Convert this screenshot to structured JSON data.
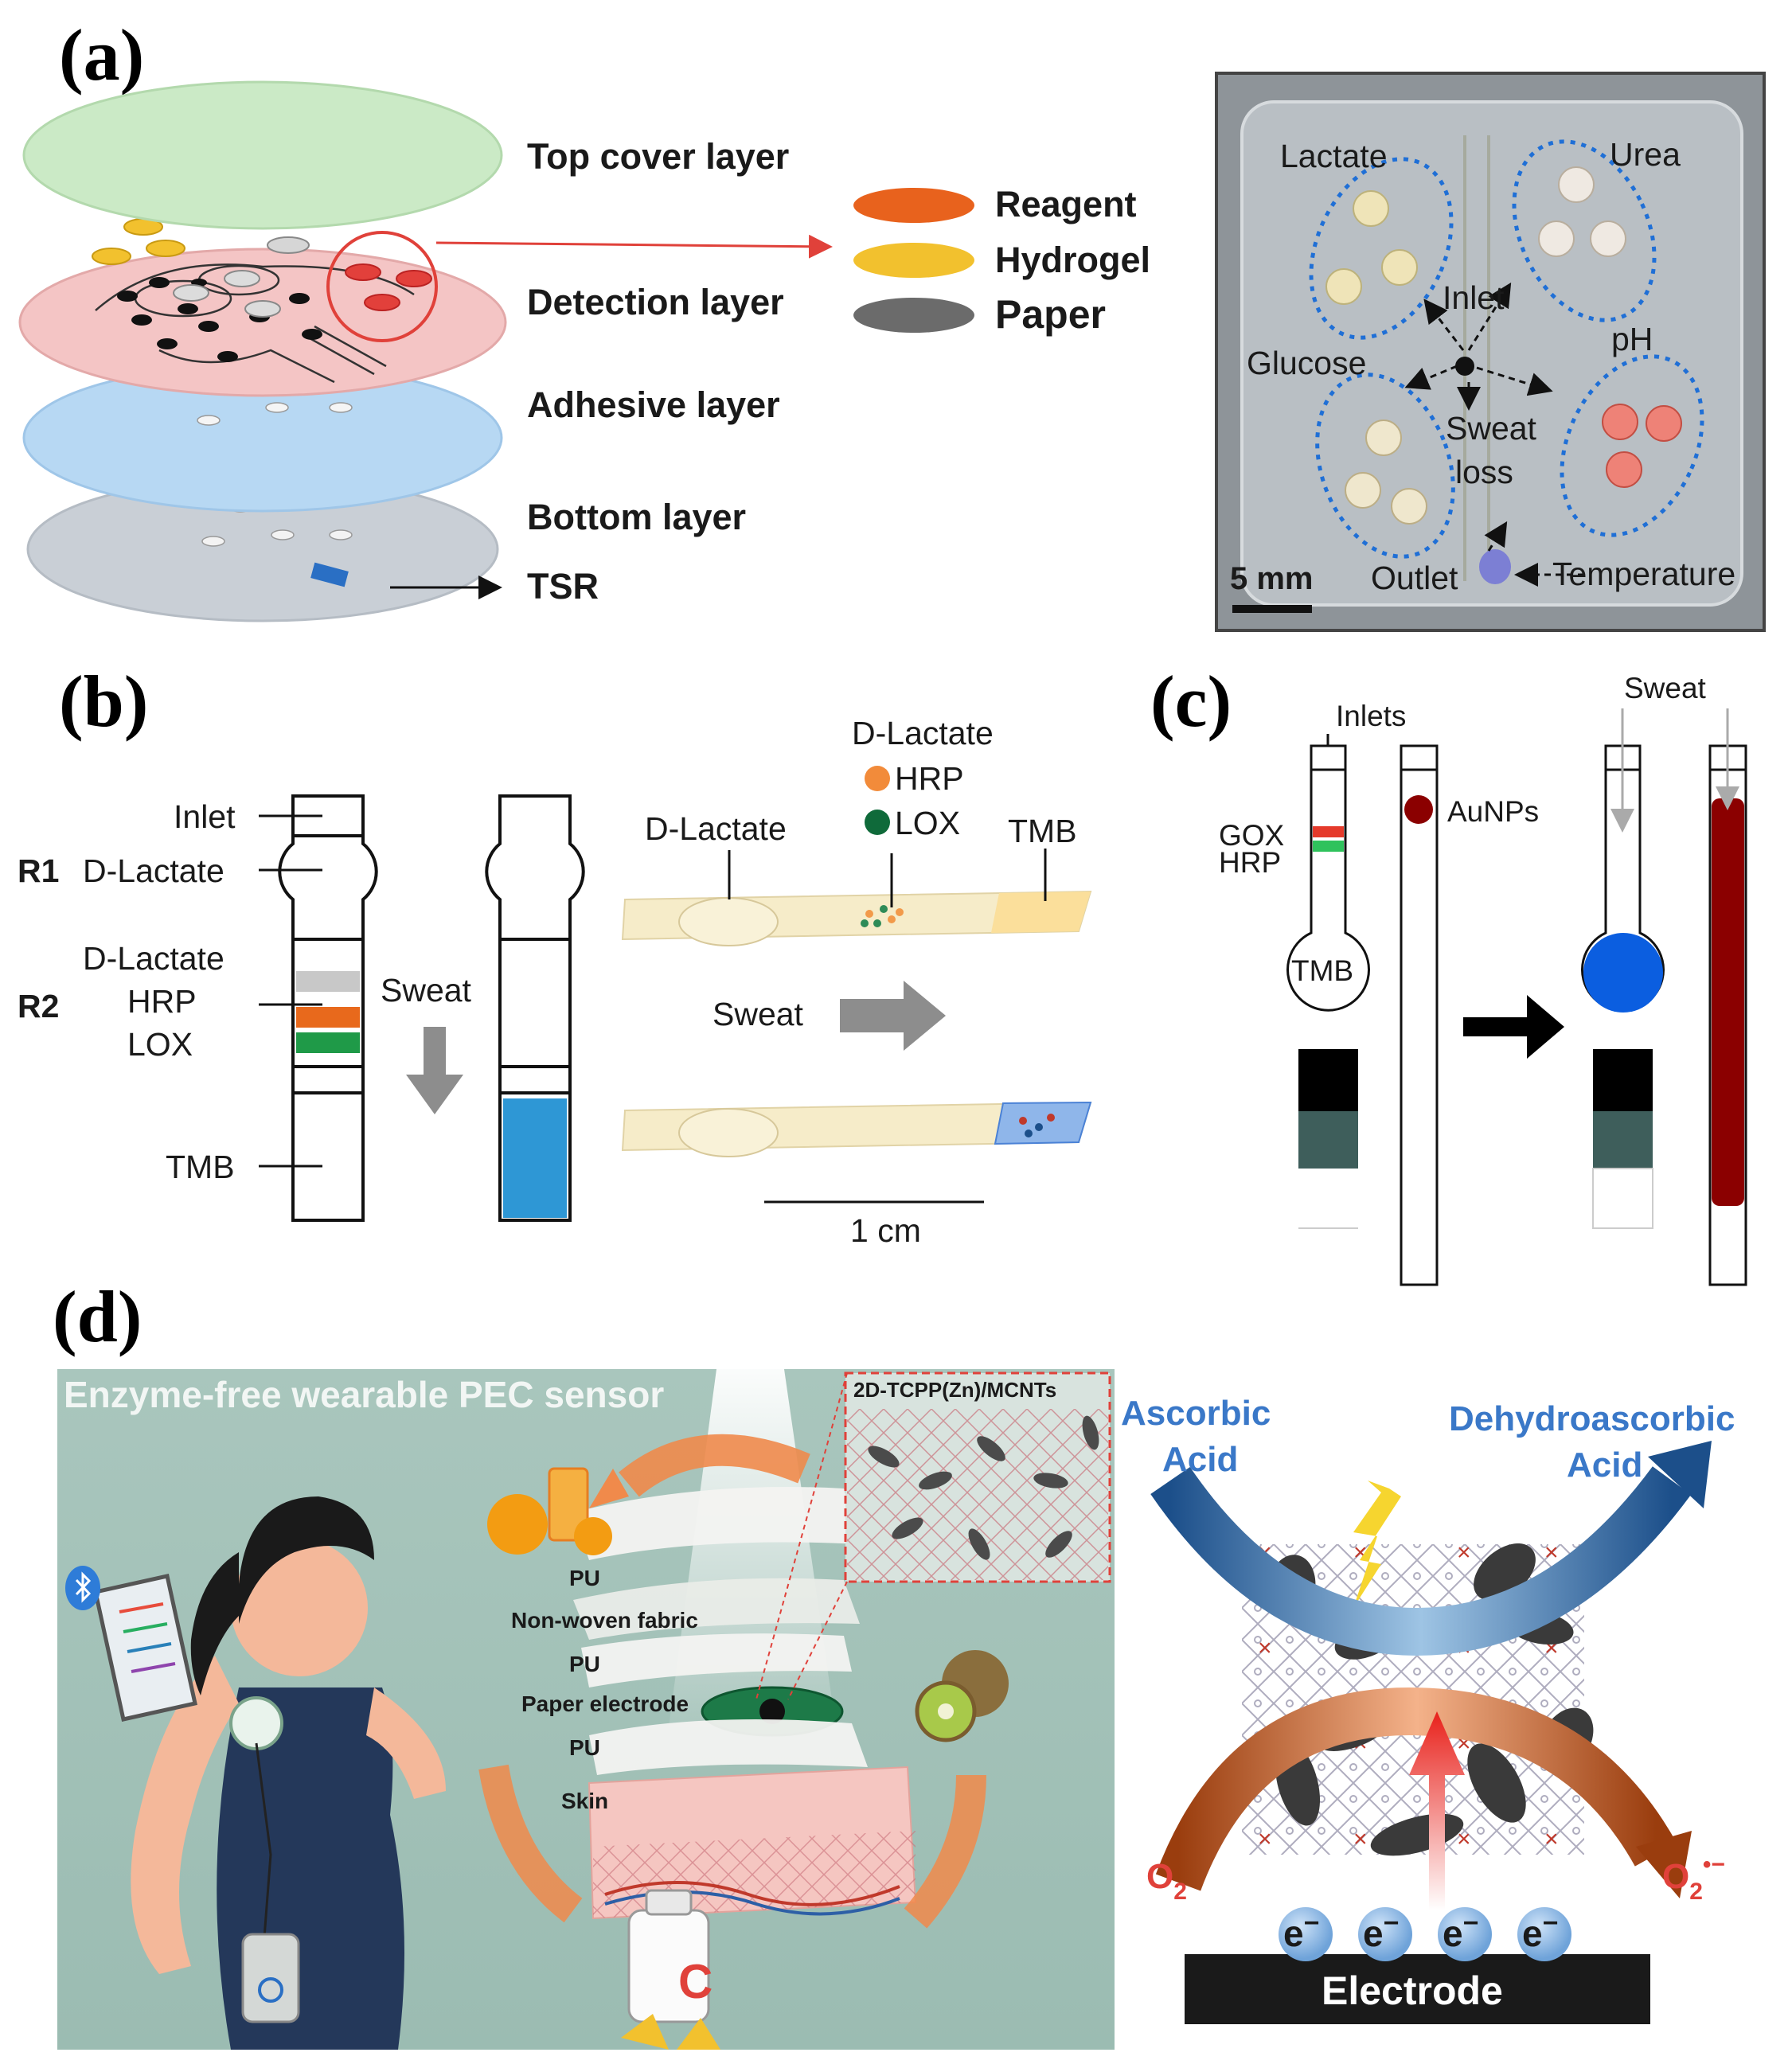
{
  "panels": {
    "a": {
      "letter": "(a)",
      "layers": [
        "Top cover layer",
        "Detection layer",
        "Adhesive layer",
        "Bottom layer"
      ],
      "tsr": "TSR",
      "legend": [
        "Reagent",
        "Hydrogel",
        "Paper"
      ],
      "legend_colors": [
        "#e8621d",
        "#f2c12e",
        "#6b6b6b"
      ],
      "photo": {
        "zones": [
          "Lactate",
          "Urea",
          "Glucose",
          "pH"
        ],
        "inlet": "Inlet",
        "sweat_loss": [
          "Sweat",
          "loss"
        ],
        "outlet": "Outlet",
        "temperature": "Temperature",
        "scale": "5 mm"
      }
    },
    "b": {
      "letter": "(b)",
      "left_labels": [
        "Inlet",
        "D-Lactate",
        "D-Lactate",
        "HRP",
        "LOX",
        "TMB"
      ],
      "row_labels": [
        "R1",
        "R2"
      ],
      "sweat": "Sweat",
      "strip_labels": [
        "D-Lactate",
        "D-Lactate",
        "HRP",
        "LOX",
        "TMB"
      ],
      "strip_sweat": "Sweat",
      "scale": "1 cm",
      "colors": {
        "gray": "#c8c8c8",
        "orange": "#e8691c",
        "green": "#1f9a48",
        "blue": "#2e97d5"
      }
    },
    "c": {
      "letter": "(c)",
      "inlets": "Inlets",
      "gox": "GOX",
      "hrp": "HRP",
      "tmb": "TMB",
      "aunps": "AuNPs",
      "sweat": "Sweat",
      "colors": {
        "red": "#e53a2b",
        "green": "#2fc25c",
        "blue": "#0b5ee0",
        "darkred": "#8b0000"
      }
    },
    "d": {
      "letter": "(d)",
      "banner": "Enzyme-free wearable PEC sensor",
      "inset": "2D-TCPP(Zn)/MCNTs",
      "stack": [
        "PU",
        "Non-woven fabric",
        "PU",
        "Paper electrode",
        "PU",
        "Skin"
      ],
      "ascorbic": [
        "Ascorbic",
        "Acid"
      ],
      "dehydro": [
        "Dehydroascorbic",
        "Acid"
      ],
      "o2": "O",
      "o2_sub": "2",
      "o2r_sup": "•−",
      "electron": "e",
      "electron_sup": "−",
      "electrode": "Electrode"
    }
  }
}
